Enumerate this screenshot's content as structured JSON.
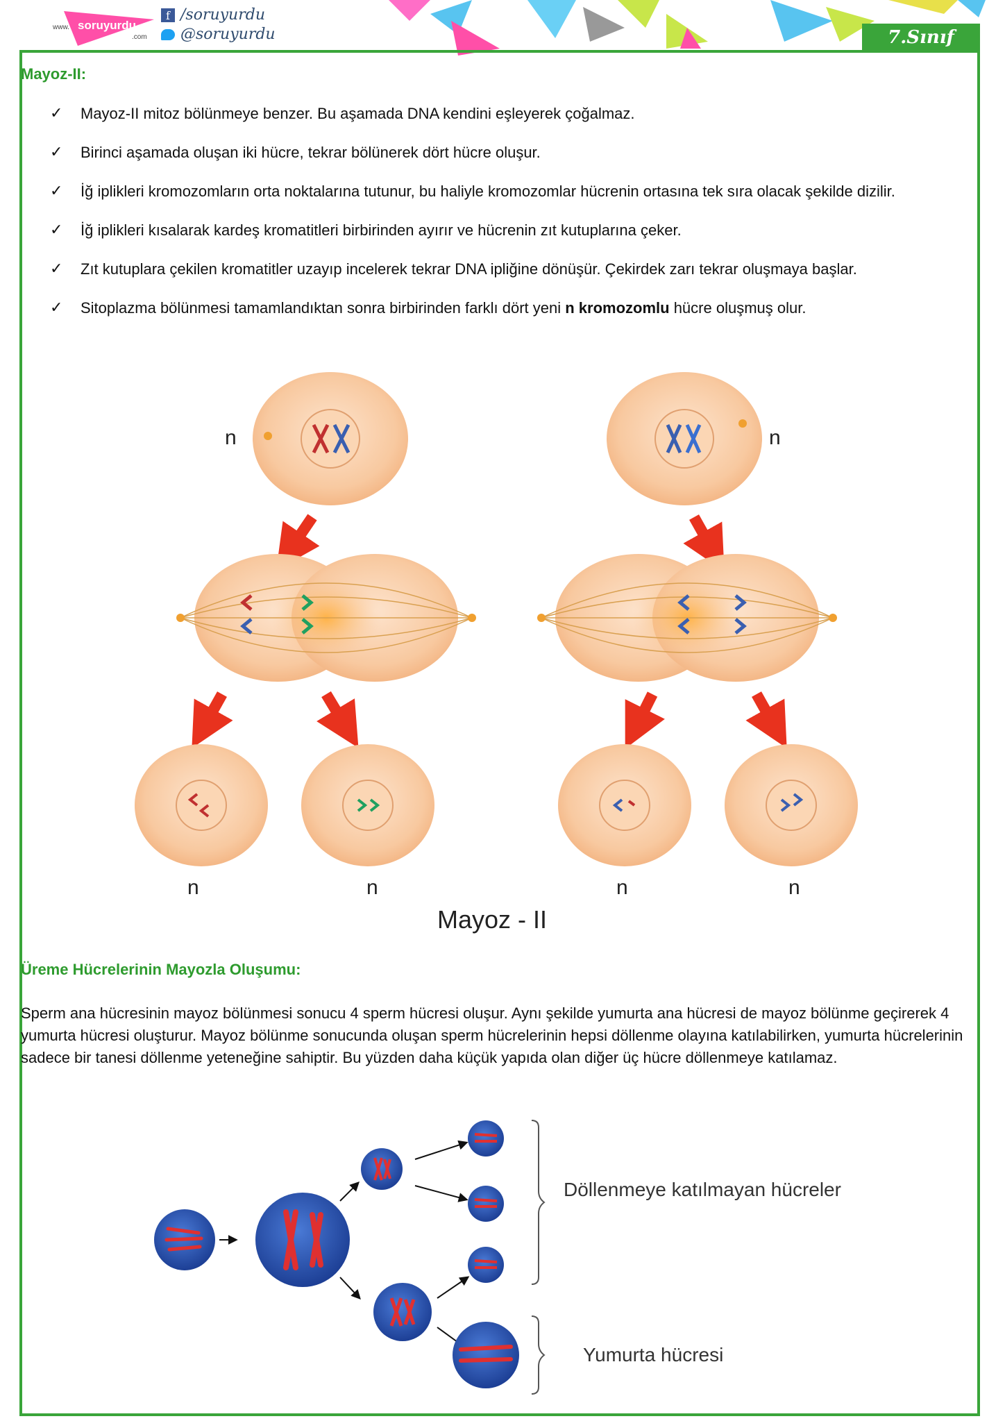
{
  "header": {
    "logo_text": "soruyurdu",
    "logo_prefix": "www.",
    "logo_suffix": ".com",
    "facebook": "/soruyurdu",
    "twitter": "@soruyurdu",
    "grade": "7.Sınıf"
  },
  "section1": {
    "title": "Mayoz-II:",
    "items": [
      "Mayoz-II mitoz bölünmeye benzer. Bu aşamada DNA kendini eşleyerek çoğalmaz.",
      "Birinci aşamada oluşan iki hücre, tekrar bölünerek dört hücre oluşur.",
      "İğ iplikleri kromozomların orta noktalarına tutunur, bu haliyle kromozomlar hücrenin ortasına tek sıra olacak şekilde dizilir.",
      "İğ iplikleri kısalarak kardeş kromatitleri birbirinden ayırır ve hücrenin zıt kutuplarına çeker.",
      "Zıt kutuplara çekilen kromatitler uzayıp incelerek tekrar DNA ipliğine dönüşür. Çekirdek zarı tekrar oluşmaya başlar."
    ],
    "last_item_before": "Sitoplazma bölünmesi tamamlandıktan sonra birbirinden farklı dört yeni ",
    "last_item_bold": "n kromozomlu",
    "last_item_after": " hücre oluşmuş olur."
  },
  "figure1": {
    "caption": "Mayoz - II",
    "ploidy_label": "n"
  },
  "section2": {
    "title": "Üreme Hücrelerinin Mayozla Oluşumu:",
    "paragraph": "Sperm ana hücresinin mayoz bölünmesi sonucu 4 sperm hücresi oluşur.  Aynı şekilde yumurta ana hücresi de mayoz bölünme geçirerek 4 yumurta hücresi oluşturur. Mayoz bölünme sonucunda oluşan sperm hücrelerinin hepsi döllenme olayına katılabilirken, yumurta hücrelerinin sadece bir tanesi döllenme yeteneğine sahiptir. Bu yüzden daha küçük yapıda olan diğer üç hücre döllenmeye katılamaz."
  },
  "figure2": {
    "label_polar": "Döllenmeye katılmayan hücreler",
    "label_egg": "Yumurta hücresi"
  },
  "colors": {
    "green": "#3aa53a",
    "cell": "#f7c9a0",
    "blue": "#2b56b3",
    "chromosome": "#e03030"
  }
}
